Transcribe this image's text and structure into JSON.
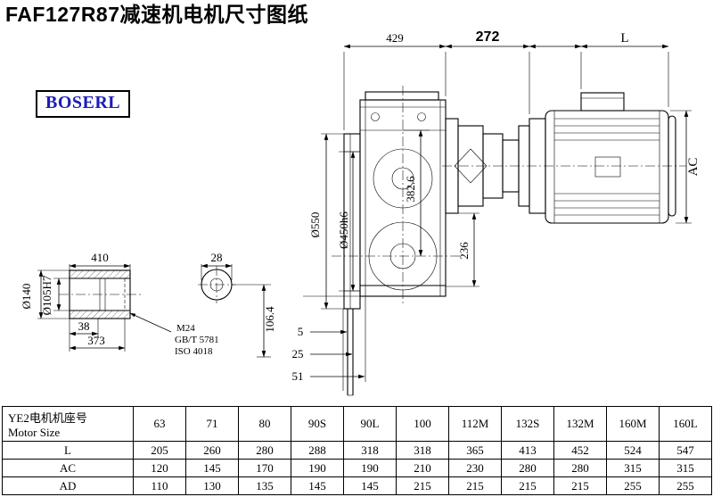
{
  "page": {
    "title": "FAF127R87减速机电机尺寸图纸",
    "brand": "BOSERL"
  },
  "dims": {
    "top_429": "429",
    "top_272": "272",
    "top_L": "L",
    "right_ac": "AC",
    "od_550": "Ø550",
    "spigot_450": "Ø450h6",
    "height_382": "382.6",
    "v_236": "236",
    "off_5": "5",
    "off_25": "25",
    "off_51": "51",
    "shaft_410": "410",
    "shaft_38": "38",
    "shaft_373": "373",
    "od_140": "Ø140",
    "bore_105": "Ø105H7",
    "end_28": "28",
    "end_106": "106.4",
    "note_m24": "M24",
    "note_gbt": "GB/T 5781",
    "note_iso": "ISO 4018"
  },
  "table": {
    "label_cn": "YE2电机机座号",
    "label_en": "Motor Size",
    "frame_sizes": [
      "63",
      "71",
      "80",
      "90S",
      "90L",
      "100",
      "112M",
      "132S",
      "132M",
      "160M",
      "160L"
    ],
    "rows": [
      {
        "label": "L",
        "values": [
          "205",
          "260",
          "280",
          "288",
          "318",
          "318",
          "365",
          "413",
          "452",
          "524",
          "547"
        ]
      },
      {
        "label": "AC",
        "values": [
          "120",
          "145",
          "170",
          "190",
          "190",
          "210",
          "230",
          "280",
          "280",
          "315",
          "315"
        ]
      },
      {
        "label": "AD",
        "values": [
          "110",
          "130",
          "135",
          "145",
          "145",
          "215",
          "215",
          "215",
          "215",
          "255",
          "255"
        ]
      }
    ]
  }
}
